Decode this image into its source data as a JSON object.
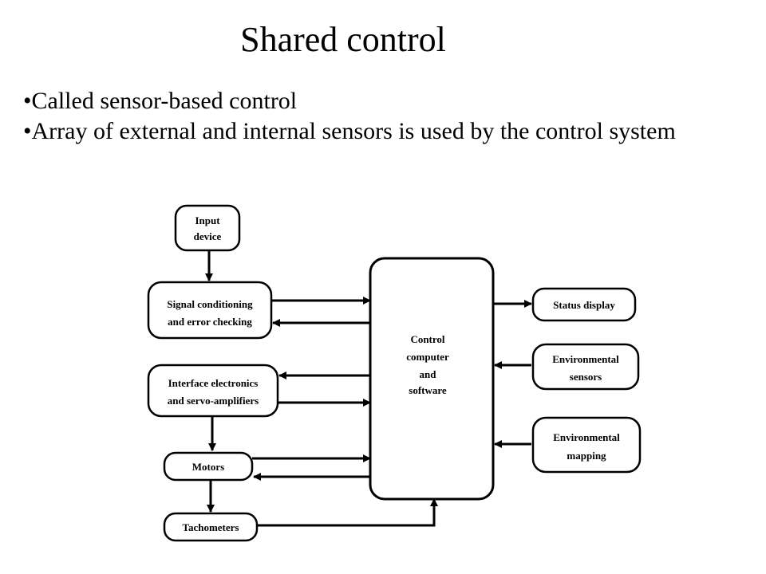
{
  "slide": {
    "title": "Shared control",
    "bullets": [
      "•Called sensor-based control",
      "•Array of external and internal sensors is used by the control system"
    ]
  },
  "diagram": {
    "nodes": {
      "input_device": [
        "Input",
        "device"
      ],
      "signal_conditioning": [
        "Signal conditioning",
        "and error checking"
      ],
      "interface_electronics": [
        "Interface electronics",
        "and servo-amplifiers"
      ],
      "motors": [
        "Motors"
      ],
      "tachometers": [
        "Tachometers"
      ],
      "control_computer": [
        "Control",
        "computer",
        "and",
        "software"
      ],
      "status_display": [
        "Status display"
      ],
      "environmental_sensors": [
        "Environmental",
        "sensors"
      ],
      "environmental_mapping": [
        "Environmental",
        "mapping"
      ]
    }
  }
}
